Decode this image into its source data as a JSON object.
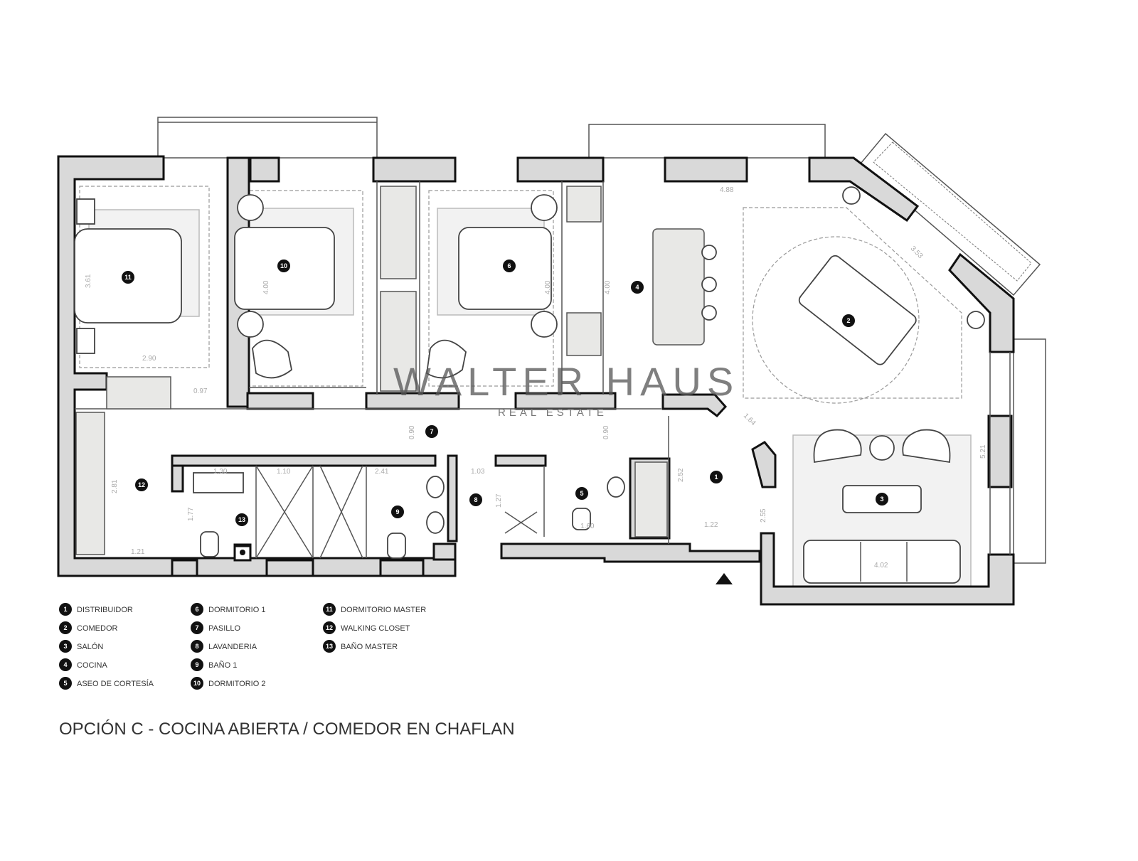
{
  "plan": {
    "title": "OPCIÓN C - COCINA ABIERTA / COMEDOR EN CHAFLAN",
    "watermark": {
      "brand": "WALTER HAUS",
      "tagline": "REAL ESTATE"
    },
    "rooms": [
      {
        "number": "1",
        "name": "DISTRIBUIDOR"
      },
      {
        "number": "2",
        "name": "COMEDOR"
      },
      {
        "number": "3",
        "name": "SALÓN"
      },
      {
        "number": "4",
        "name": "COCINA"
      },
      {
        "number": "5",
        "name": "ASEO DE CORTESÍA"
      },
      {
        "number": "6",
        "name": "DORMITORIO 1"
      },
      {
        "number": "7",
        "name": "PASILLO"
      },
      {
        "number": "8",
        "name": "LAVANDERIA"
      },
      {
        "number": "9",
        "name": "BAÑO 1"
      },
      {
        "number": "10",
        "name": "DORMITORIO 2"
      },
      {
        "number": "11",
        "name": "DORMITORIO MASTER"
      },
      {
        "number": "12",
        "name": "WALKING CLOSET"
      },
      {
        "number": "13",
        "name": "BAÑO MASTER"
      }
    ],
    "dimensions": {
      "d11_v": "3.61",
      "d11_h": "2.90",
      "d_corr": "0.97",
      "d10_v": "4.00",
      "d6_v": "4.00",
      "d4_v": "4.00",
      "d4_h": "4.88",
      "d2_diag": "3.53",
      "d1_diag": "1.64",
      "d7_a": "0.90",
      "d7_b": "0.90",
      "d1_v": "2.52",
      "d3_v1": "2.55",
      "d3_v2": "5.21",
      "d3_h": "4.02",
      "d12_v": "2.81",
      "d13_a": "1.30",
      "d13_b": "1.10",
      "d9_h": "2.41",
      "d8_h": "1.03",
      "d13_v": "1.77",
      "d8_v": "1.27",
      "d12_h": "1.21",
      "d5_h": "1.60",
      "d1_h": "1.22"
    }
  }
}
